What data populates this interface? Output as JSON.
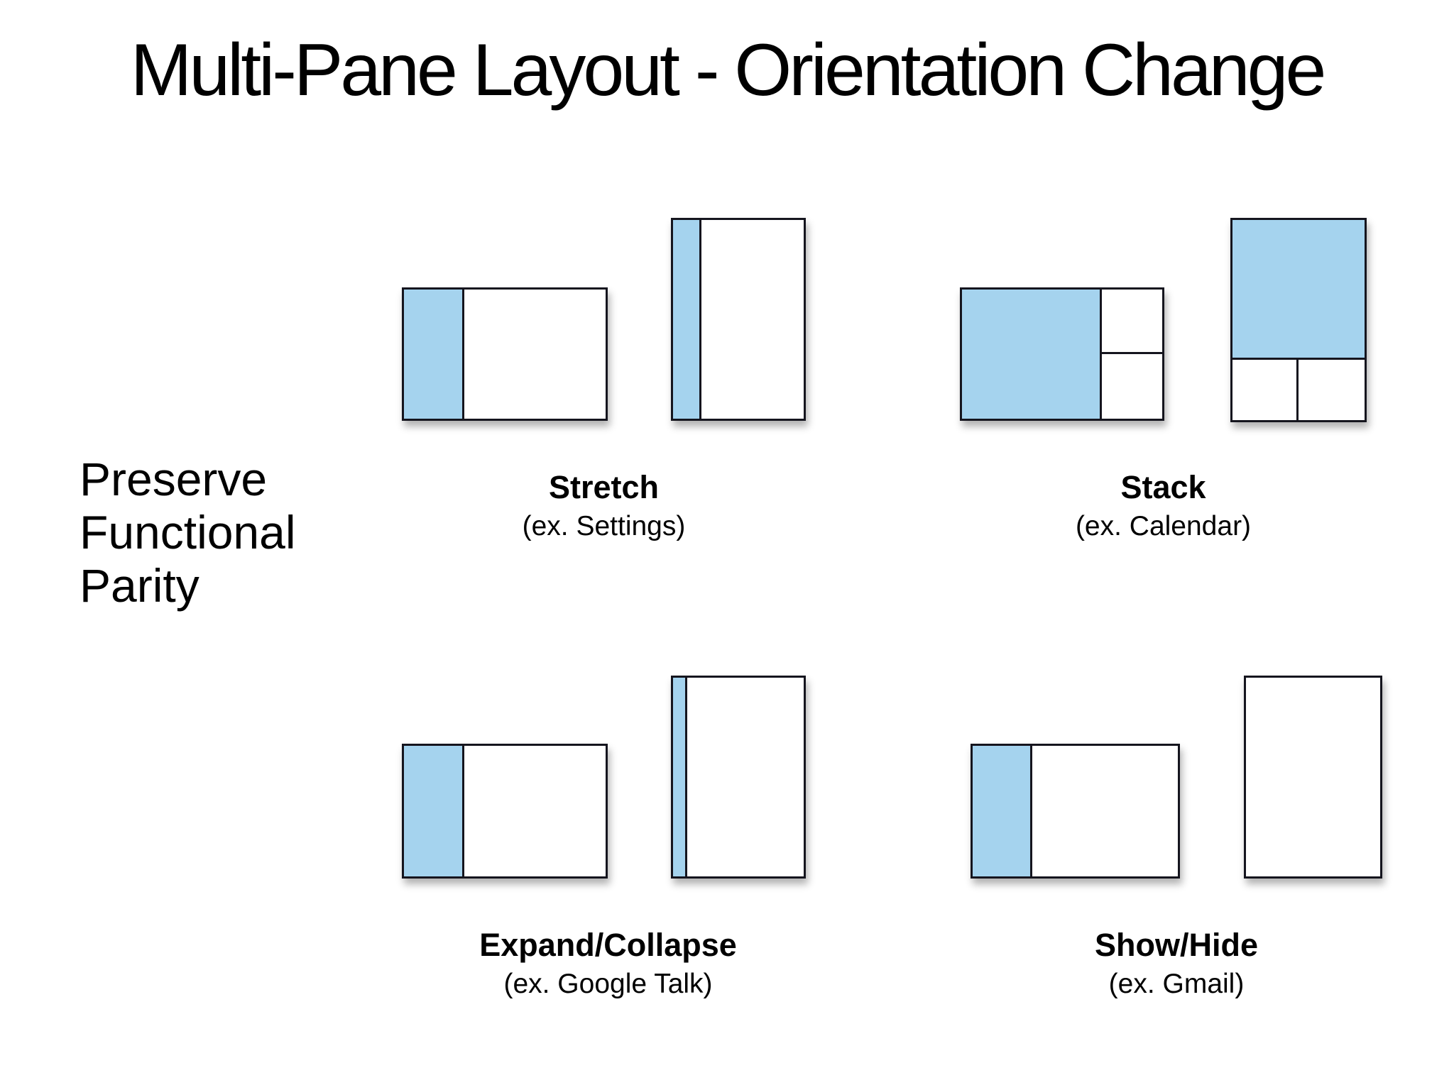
{
  "title": "Multi-Pane Layout - Orientation Change",
  "side_note": {
    "line1": "Preserve",
    "line2": "Functional",
    "line3": "Parity"
  },
  "groups": [
    {
      "label": "Stretch",
      "example": "(ex. Settings)"
    },
    {
      "label": "Stack",
      "example": "(ex. Calendar)"
    },
    {
      "label": "Expand/Collapse",
      "example": "(ex. Google Talk)"
    },
    {
      "label": "Show/Hide",
      "example": "(ex. Gmail)"
    }
  ],
  "colors": {
    "pane_highlight": "#A5D3EE",
    "pane_border": "#15151E",
    "text_color": "#000000",
    "bg_color": "#FFFFFF"
  }
}
